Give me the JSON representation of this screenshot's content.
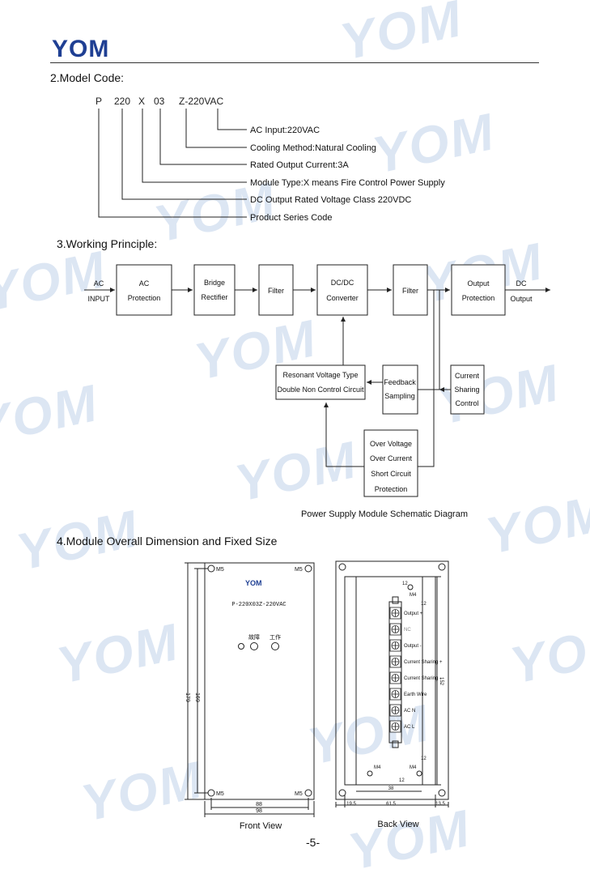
{
  "brand": {
    "logo_text": "YOM",
    "small_logo_text": "YOM"
  },
  "watermark": "YOM",
  "sections": {
    "model_code": "2.Model Code:",
    "working_principle": "3.Working Principle:",
    "dimensions": "4.Module Overall Dimension and Fixed Size"
  },
  "model_code": {
    "parts": [
      "P",
      "220",
      "X",
      "03",
      "Z-220VAC"
    ],
    "descriptions": [
      "AC Input:220VAC",
      "Cooling Method:Natural Cooling",
      "Rated Output Current:3A",
      "Module Type:X means Fire Control Power Supply",
      "DC Output Rated Voltage Class 220VDC",
      "Product Series Code"
    ]
  },
  "diagram": {
    "ac_input": [
      "AC",
      "INPUT"
    ],
    "dc_output": [
      "DC",
      "Output"
    ],
    "ac_protection": [
      "AC",
      "Protection"
    ],
    "bridge_rectifier": [
      "Bridge",
      "Rectifier"
    ],
    "filter1": "Filter",
    "dcdc": [
      "DC/DC",
      "Converter"
    ],
    "filter2": "Filter",
    "output_protection": [
      "Output",
      "Protection"
    ],
    "resonant": [
      "Resonant Voltage Type",
      "Double Non Control Circuit"
    ],
    "feedback": [
      "Feedback",
      "Sampling"
    ],
    "current_sharing": [
      "Current",
      "Sharing",
      "Control"
    ],
    "protection": [
      "Over Voltage",
      "Over Current",
      "Short Circuit",
      "Protection"
    ],
    "caption": "Power Supply Module Schematic Diagram"
  },
  "front_view": {
    "model": "P-220X03Z-220VAC",
    "m5": "M5",
    "led_fault": "故障",
    "led_work": "工作",
    "dim_88": "88",
    "dim_98": "98",
    "dim_179": "179",
    "dim_169": "169",
    "caption": "Front View"
  },
  "back_view": {
    "m4": "M4",
    "dim_12": "12",
    "dim_152": "152",
    "dim_38": "38",
    "dim_19_5": "19.5",
    "dim_61_5": "61.5",
    "dim_13_5": "13.5",
    "terminals": [
      "Output +",
      "NC",
      "Output -",
      "Current Sharing +",
      "Current Sharing -",
      "Earth Wire",
      "AC N",
      "AC L"
    ],
    "caption": "Back View"
  },
  "page_number": "-5-"
}
